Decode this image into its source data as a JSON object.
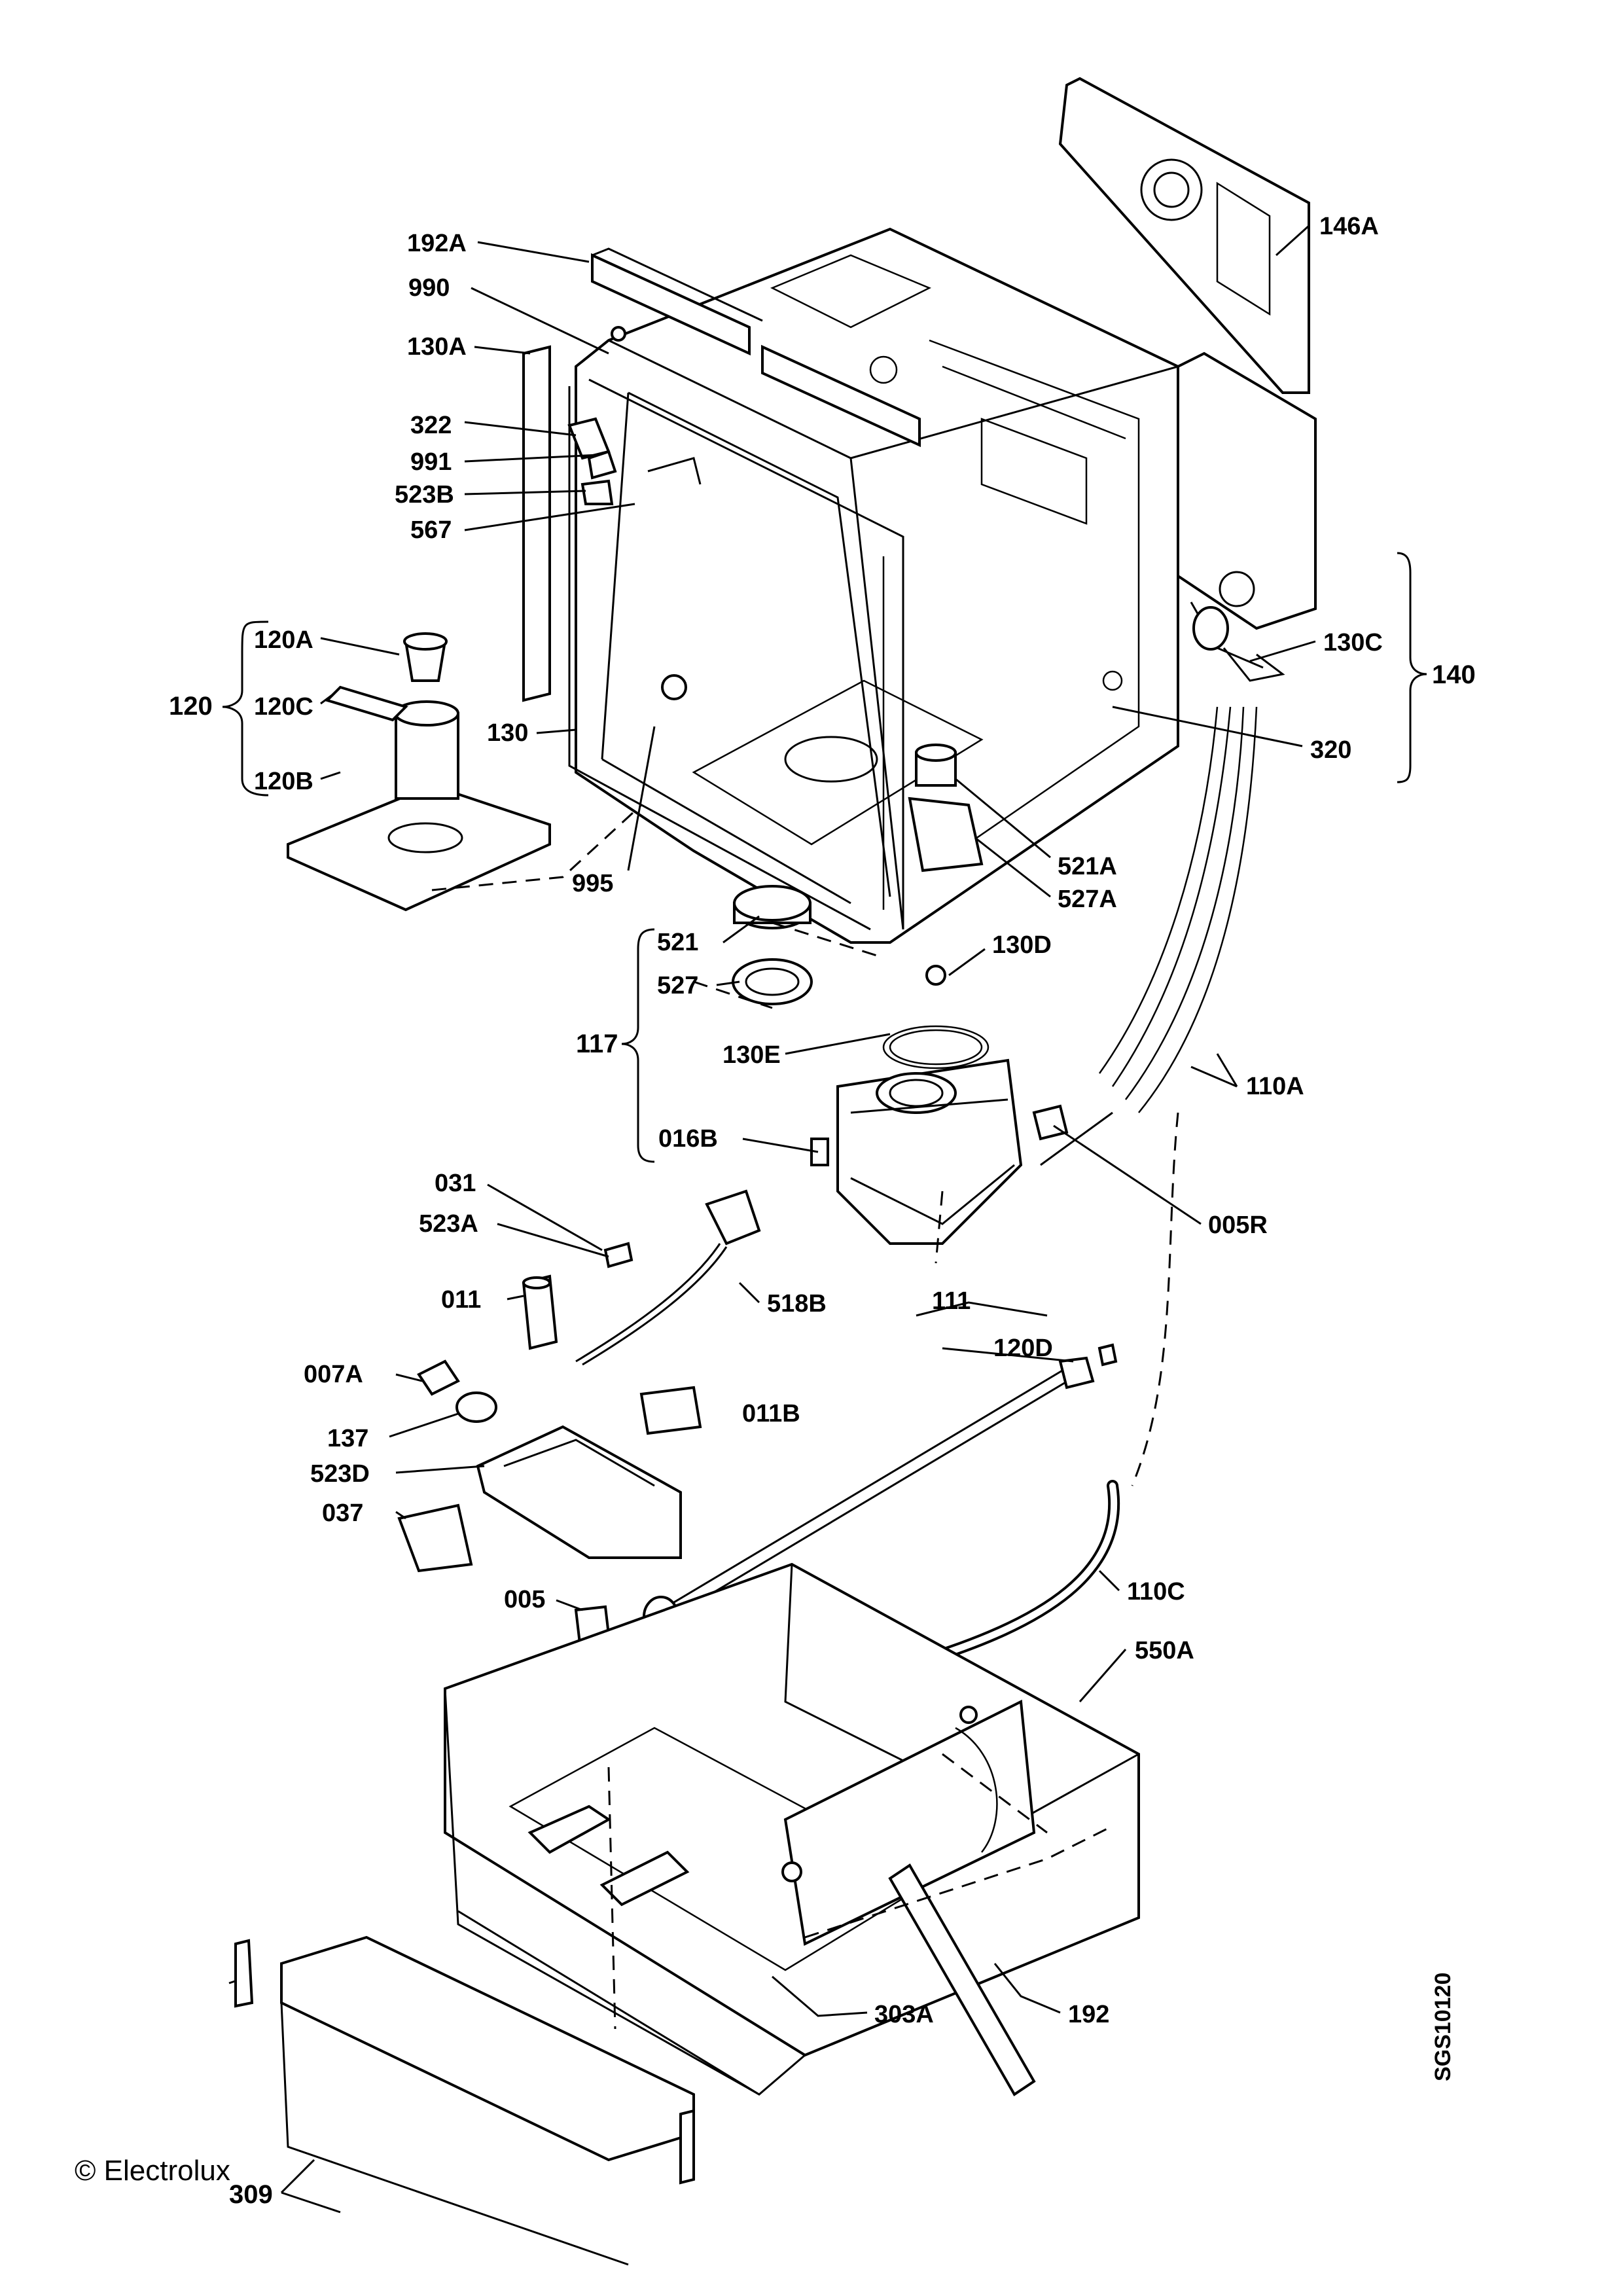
{
  "labels": {
    "l146A": "146A",
    "l192A": "192A",
    "l990": "990",
    "l130A": "130A",
    "l322": "322",
    "l991": "991",
    "l523B": "523B",
    "l567": "567",
    "l120A": "120A",
    "l120": "120",
    "l120C": "120C",
    "l120B": "120B",
    "l130": "130",
    "l130C": "130C",
    "l140": "140",
    "l320": "320",
    "l995": "995",
    "l521A": "521A",
    "l527A": "527A",
    "l521": "521",
    "l527": "527",
    "l130D": "130D",
    "l117": "117",
    "l130E": "130E",
    "l110A": "110A",
    "l016B": "016B",
    "l005R": "005R",
    "l031": "031",
    "l523A": "523A",
    "l011": "011",
    "l518B": "518B",
    "l111": "111",
    "l120D": "120D",
    "l007A": "007A",
    "l011B": "011B",
    "l137": "137",
    "l523D": "523D",
    "l037": "037",
    "l110C": "110C",
    "l005": "005",
    "l550A": "550A",
    "l303A": "303A",
    "l192": "192",
    "l309": "309"
  },
  "copyright": "© Electrolux",
  "drawing_code": "SGS10120"
}
